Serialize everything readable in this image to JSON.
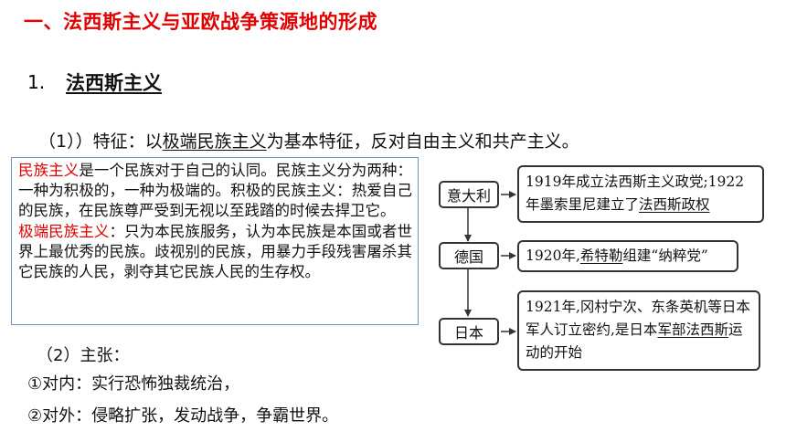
{
  "heading": "一、法西斯主义与亚欧战争策源地的形成",
  "subheading": {
    "number": "1.",
    "text": "法西斯主义"
  },
  "feature": {
    "prefix": "（1））特征：以",
    "underlined": "极端民族主义",
    "suffix": "为基本特征，反对自由主义和共产主义。"
  },
  "definition_box": {
    "term1": "民族主义",
    "text1": "是一个民族对于自己的认同。民族主义分为两种：一种为积极的，一种为极端的。积极的民族主义：热爱自己的民族，在民族尊严受到无视以至践踏的时候去捍卫它。",
    "term2": "极端民族主义",
    "text2": "：只为本民族服务，认为本民族是本国或者世界上最优秀的民族。歧视别的民族，用暴力手段残害屠杀其它民族的人民，剥夺其它民族人民的生存权。"
  },
  "claims": {
    "heading": "（2）主张：",
    "item1": "①对内：实行恐怖独裁统治，",
    "item2": "②对外：侵略扩张，发动战争，争霸世界。"
  },
  "diagram": {
    "countries": [
      "意大利",
      "德国",
      "日本"
    ],
    "italy": {
      "text": "1919年成立法西斯主义政党;1922年墨索里尼建立了",
      "underlined": "法西斯政权"
    },
    "germany": {
      "prefix": "1920年,",
      "underlined": "希特勒",
      "suffix": "组建“纳粹党”"
    },
    "japan": {
      "prefix": "1921年,冈村宁次、东条英机等日本军人订立密约,是日本",
      "underlined": "军部法西斯",
      "suffix": "运动的开始"
    }
  }
}
